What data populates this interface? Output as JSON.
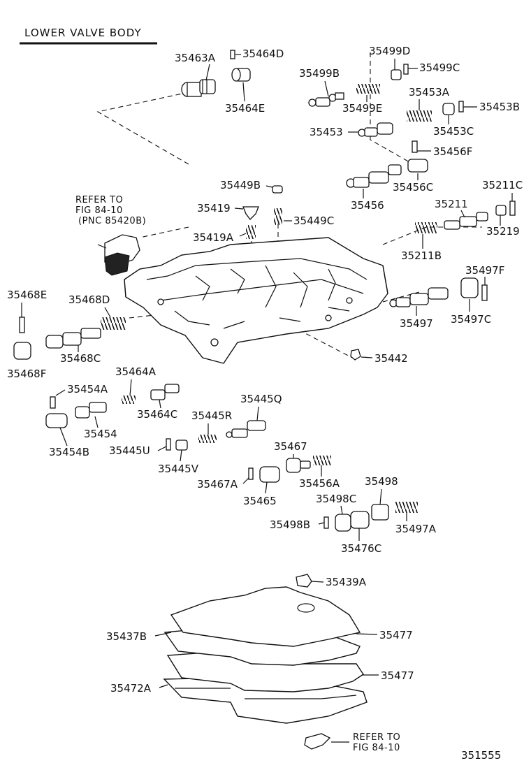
{
  "title": "LOWER VALVE BODY",
  "refer_top": [
    "REFER TO",
    "FIG 84-10",
    "(PNC 85420B)"
  ],
  "refer_bottom": [
    "REFER TO",
    "FIG 84-10"
  ],
  "figure_number": "351555",
  "labels": {
    "p35463A": "35463A",
    "p35464D": "35464D",
    "p35464E": "35464E",
    "p35499D": "35499D",
    "p35499B": "35499B",
    "p35499C": "35499C",
    "p35499E": "35499E",
    "p35453A": "35453A",
    "p35453B": "35453B",
    "p35453": "35453",
    "p35453C": "35453C",
    "p35456F": "35456F",
    "p35449B": "35449B",
    "p35419": "35419",
    "p35449C": "35449C",
    "p35419A": "35419A",
    "p35456": "35456",
    "p35456C": "35456C",
    "p35211C": "35211C",
    "p35211": "35211",
    "p35219": "35219",
    "p35211B": "35211B",
    "p35497F": "35497F",
    "p35497": "35497",
    "p35497C": "35497C",
    "p35468E": "35468E",
    "p35468D": "35468D",
    "p35468C": "35468C",
    "p35468F": "35468F",
    "p35442": "35442",
    "p35454A": "35454A",
    "p35464A": "35464A",
    "p35464C": "35464C",
    "p35454": "35454",
    "p35454B": "35454B",
    "p35445Q": "35445Q",
    "p35445R": "35445R",
    "p35445U": "35445U",
    "p35445V": "35445V",
    "p35467": "35467",
    "p35467A": "35467A",
    "p35465": "35465",
    "p35456A": "35456A",
    "p35498": "35498",
    "p35498C": "35498C",
    "p35498B": "35498B",
    "p35476C": "35476C",
    "p35497A": "35497A",
    "p35439A": "35439A",
    "p35437B": "35437B",
    "p35477a": "35477",
    "p35477b": "35477",
    "p35472A": "35472A"
  }
}
